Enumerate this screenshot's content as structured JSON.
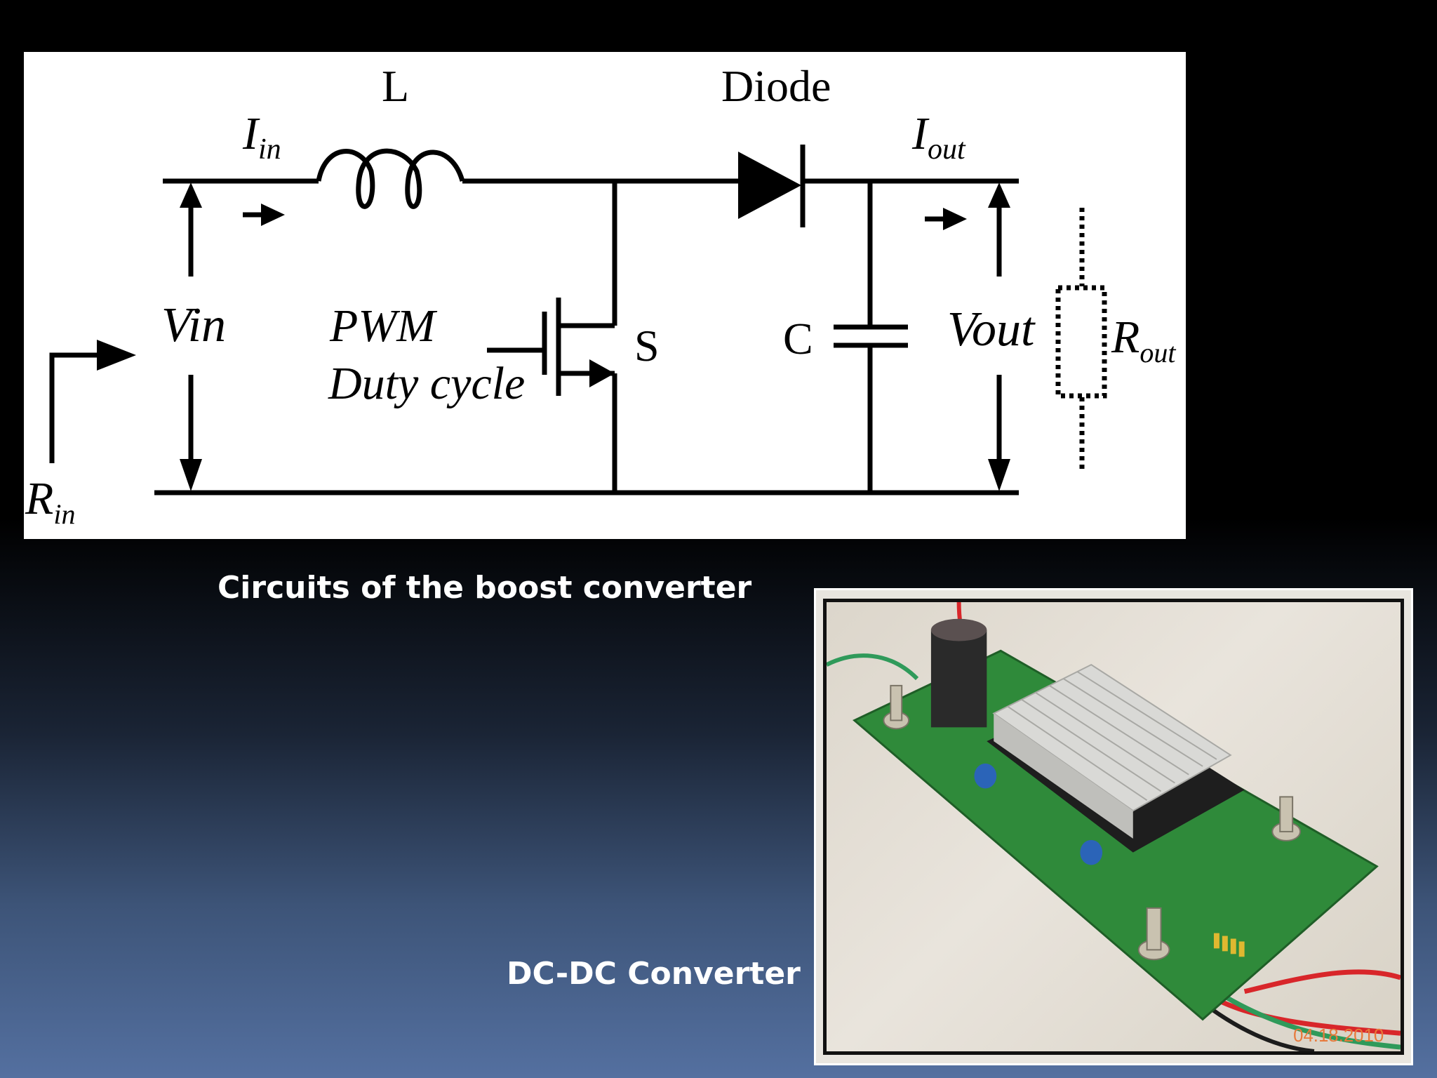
{
  "diagram": {
    "labels": {
      "inductor": "L",
      "diode": "Diode",
      "iin_main": "I",
      "iin_sub": "in",
      "iout_main": "I",
      "iout_sub": "out",
      "vin": "Vin",
      "vout": "Vout",
      "pwm": "PWM",
      "duty_cycle": "Duty cycle",
      "switch": "S",
      "capacitor": "C",
      "rout_main": "R",
      "rout_sub": "out",
      "rin_main": "R",
      "rin_sub": "in"
    }
  },
  "captions": {
    "circuit": "Circuits of the boost converter",
    "photo": "DC-DC Converter"
  },
  "photo": {
    "timestamp": "04.18.2010"
  },
  "colors": {
    "pcb": "#2f8a3a",
    "heatsink": "#d9d9d6",
    "capacitor": "#2a2a2a",
    "wire_red": "#d8262a",
    "wire_green": "#2f9a5a"
  }
}
